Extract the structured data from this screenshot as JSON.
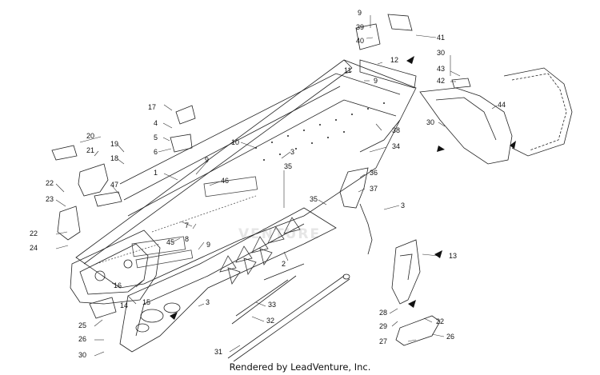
{
  "footer": {
    "text": "Rendered by LeadVenture, Inc."
  },
  "watermark": {
    "text": "VENTURE"
  },
  "callouts": [
    "1",
    "2",
    "3",
    "4",
    "5",
    "6",
    "7",
    "8",
    "9",
    "10",
    "11",
    "12",
    "13",
    "14",
    "15",
    "16",
    "17",
    "18",
    "19",
    "20",
    "21",
    "22",
    "23",
    "24",
    "25",
    "26",
    "27",
    "28",
    "29",
    "30",
    "31",
    "32",
    "33",
    "34",
    "35",
    "36",
    "37",
    "38",
    "39",
    "40",
    "41",
    "42",
    "43",
    "44",
    "45",
    "46",
    "47"
  ]
}
